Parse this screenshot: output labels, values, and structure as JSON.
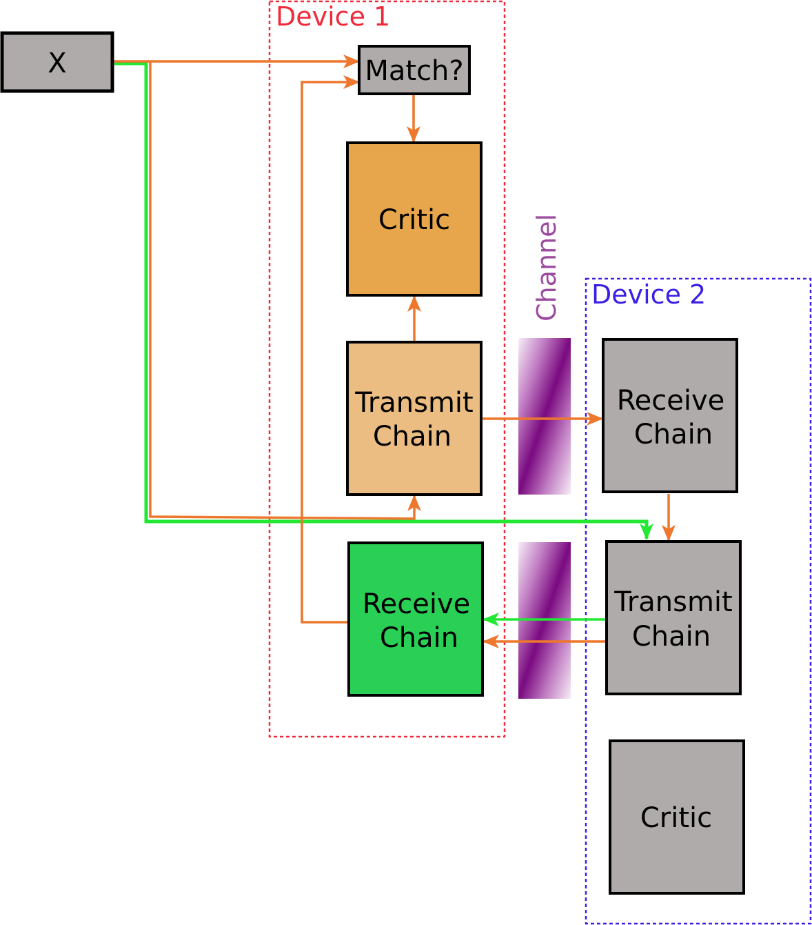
{
  "colors": {
    "device1": "#ef2b3b",
    "device2": "#3a1fe6",
    "orange_arrow": "#ed772c",
    "green_arrow": "#22e834",
    "gray_box": "#b0abab",
    "critic1": "#e8a64c",
    "transmit1": "#ebbd83",
    "receive1": "#2ad056",
    "channel_label": "#9b4ba0",
    "channel_gradient_light": "#f5e8f5",
    "channel_gradient_dark": "#7a0a80"
  },
  "diagram": {
    "x_box": {
      "label": "X"
    },
    "match_box": {
      "label": "Match?"
    },
    "device1": {
      "label": "Device 1",
      "critic": {
        "label": "Critic"
      },
      "transmit_chain": {
        "line1": "Transmit",
        "line2": "Chain"
      },
      "receive_chain": {
        "line1": "Receive",
        "line2": "Chain"
      }
    },
    "device2": {
      "label": "Device 2",
      "receive_chain": {
        "line1": "Receive",
        "line2": "Chain"
      },
      "transmit_chain": {
        "line1": "Transmit",
        "line2": "Chain"
      },
      "critic": {
        "label": "Critic"
      }
    },
    "channel": {
      "label": "Channel"
    }
  }
}
